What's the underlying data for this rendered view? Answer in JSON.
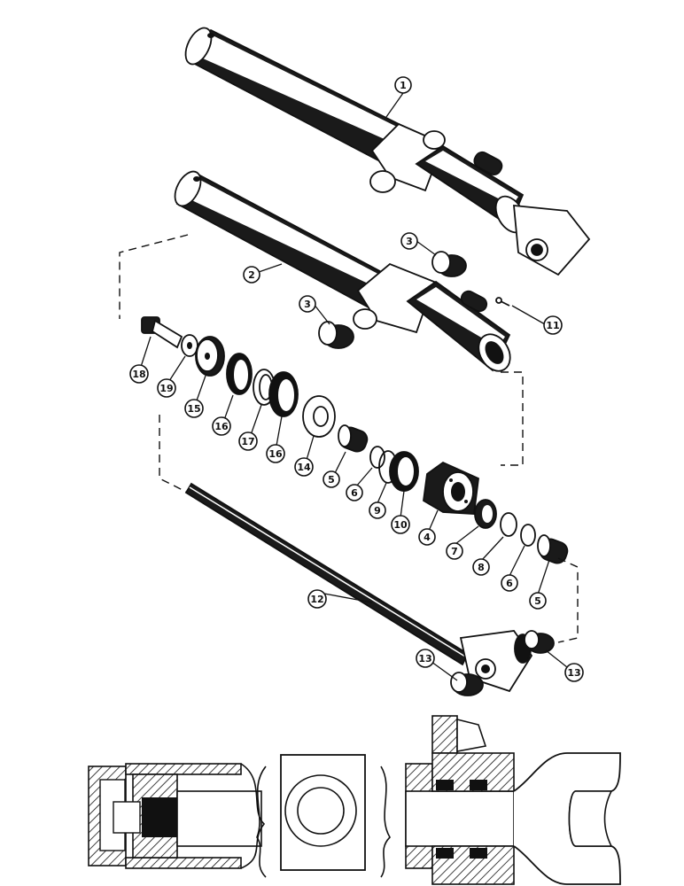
{
  "callouts": [
    {
      "label": "1"
    },
    {
      "label": "2"
    },
    {
      "label": "3"
    },
    {
      "label": "3"
    },
    {
      "label": "11"
    },
    {
      "label": "18"
    },
    {
      "label": "19"
    },
    {
      "label": "15"
    },
    {
      "label": "16"
    },
    {
      "label": "17"
    },
    {
      "label": "16"
    },
    {
      "label": "14"
    },
    {
      "label": "5"
    },
    {
      "label": "6"
    },
    {
      "label": "9"
    },
    {
      "label": "10"
    },
    {
      "label": "4"
    },
    {
      "label": "7"
    },
    {
      "label": "8"
    },
    {
      "label": "6"
    },
    {
      "label": "5"
    },
    {
      "label": "12"
    },
    {
      "label": "13"
    },
    {
      "label": "13"
    }
  ],
  "colors": {
    "ink": "#111111",
    "paper": "#ffffff"
  }
}
